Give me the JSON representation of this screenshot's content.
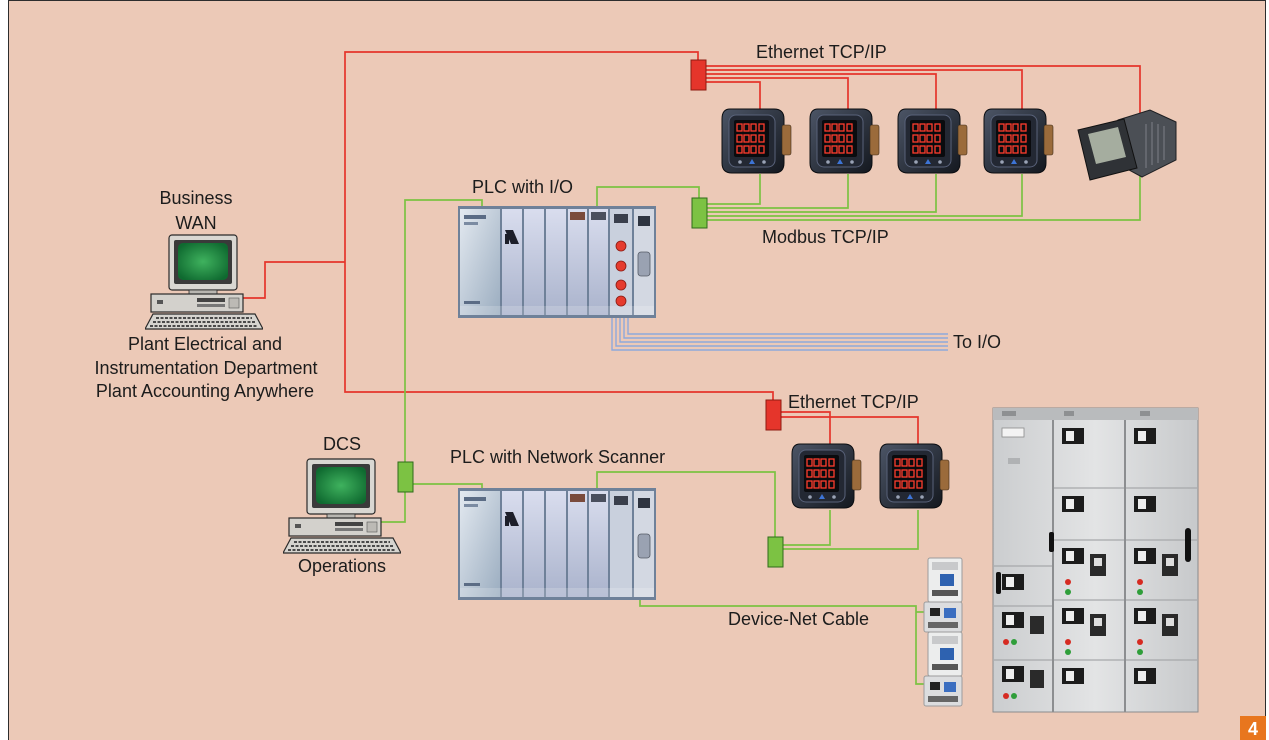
{
  "figure": {
    "number": "4",
    "labels": {
      "ethernet_top": "Ethernet TCP/IP",
      "plc_io": "PLC with I/O",
      "modbus": "Modbus TCP/IP",
      "business": [
        "Business",
        "WAN"
      ],
      "plant": [
        "Plant Electrical and",
        "Instrumentation Department",
        "Plant Accounting Anywhere"
      ],
      "to_io": "To I/O",
      "ethernet_bottom": "Ethernet TCP/IP",
      "dcs": "DCS",
      "plc_scanner": "PLC with Network Scanner",
      "operations": "Operations",
      "device_net": "Device-Net Cable"
    }
  },
  "colors": {
    "background": "#ECC9B7",
    "ethernet": "#E5352B",
    "modbus": "#7CC243",
    "io_wiring": "#8DA9DC",
    "badge": "#E8761E"
  },
  "icons": {
    "computer": "desktop-computer-icon",
    "plc": "plc-rack-icon",
    "meter": "power-meter-icon",
    "switch": "network-switch-icon",
    "terminal": "display-terminal-icon",
    "contactor": "contactor-icon",
    "mcc": "motor-control-center-icon"
  }
}
